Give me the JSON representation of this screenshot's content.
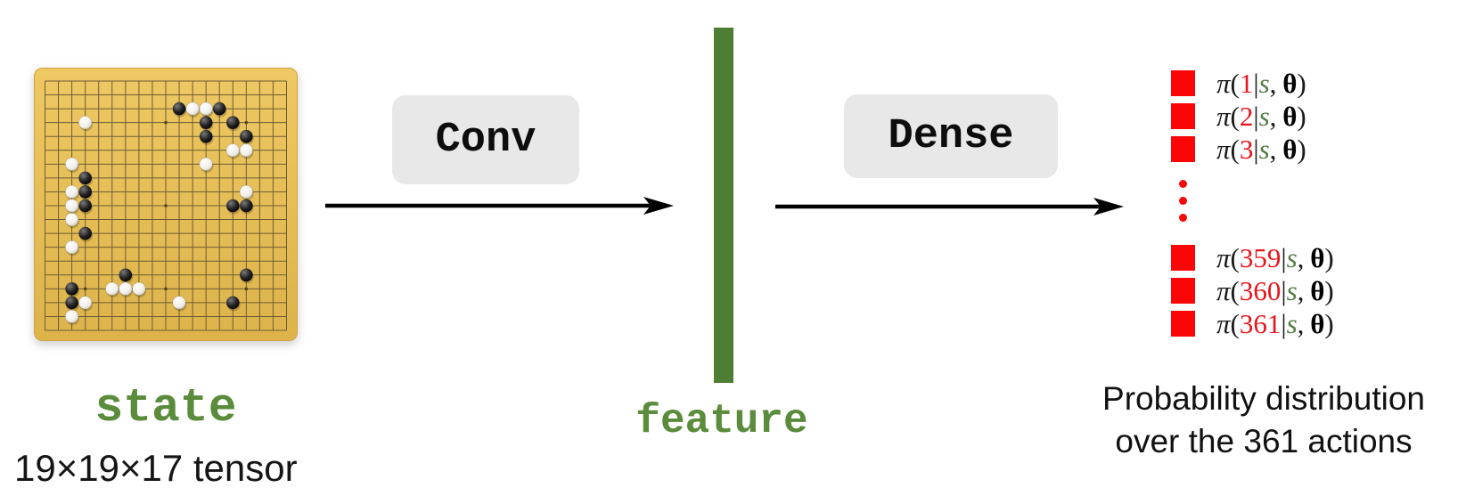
{
  "diagram": {
    "state_label": "state",
    "tensor_label": "19×19×17 tensor",
    "conv_label": "Conv",
    "dense_label": "Dense",
    "feature_label": "feature",
    "caption_line1": "Probability distribution",
    "caption_line2": "over the 361 actions"
  },
  "colors": {
    "feature_bar_green": "#4e7e33",
    "label_green": "#5a8c3c",
    "red": "#fb0606",
    "layer_box_gray": "#e8e8e8",
    "board_yellow": "#e6bd55"
  },
  "output": {
    "rows_top": [
      {
        "index": "1"
      },
      {
        "index": "2"
      },
      {
        "index": "3"
      }
    ],
    "rows_bottom": [
      {
        "index": "359"
      },
      {
        "index": "360"
      },
      {
        "index": "361"
      }
    ],
    "formula": {
      "pi": "π",
      "open": "(",
      "bar": "|",
      "s": "s",
      "comma": ",",
      "theta": "θ",
      "close": ")"
    },
    "ellipsis_dots": 3
  },
  "board": {
    "size": 19,
    "black_stones": [
      [
        11,
        3
      ],
      [
        14,
        3
      ],
      [
        13,
        4
      ],
      [
        15,
        4
      ],
      [
        13,
        5
      ],
      [
        16,
        5
      ],
      [
        4,
        8
      ],
      [
        4,
        9
      ],
      [
        4,
        10
      ],
      [
        4,
        12
      ],
      [
        15,
        10
      ],
      [
        16,
        10
      ],
      [
        7,
        15
      ],
      [
        16,
        15
      ],
      [
        3,
        16
      ],
      [
        3,
        17
      ],
      [
        15,
        17
      ]
    ],
    "white_stones": [
      [
        4,
        4
      ],
      [
        12,
        3
      ],
      [
        13,
        3
      ],
      [
        15,
        6
      ],
      [
        16,
        6
      ],
      [
        13,
        7
      ],
      [
        3,
        7
      ],
      [
        3,
        9
      ],
      [
        3,
        10
      ],
      [
        3,
        11
      ],
      [
        3,
        13
      ],
      [
        16,
        9
      ],
      [
        6,
        16
      ],
      [
        7,
        16
      ],
      [
        8,
        16
      ],
      [
        11,
        17
      ],
      [
        4,
        17
      ],
      [
        3,
        18
      ]
    ],
    "star_points": [
      [
        4,
        4
      ],
      [
        10,
        4
      ],
      [
        16,
        4
      ],
      [
        4,
        10
      ],
      [
        10,
        10
      ],
      [
        16,
        10
      ],
      [
        4,
        16
      ],
      [
        10,
        16
      ],
      [
        16,
        16
      ]
    ]
  }
}
